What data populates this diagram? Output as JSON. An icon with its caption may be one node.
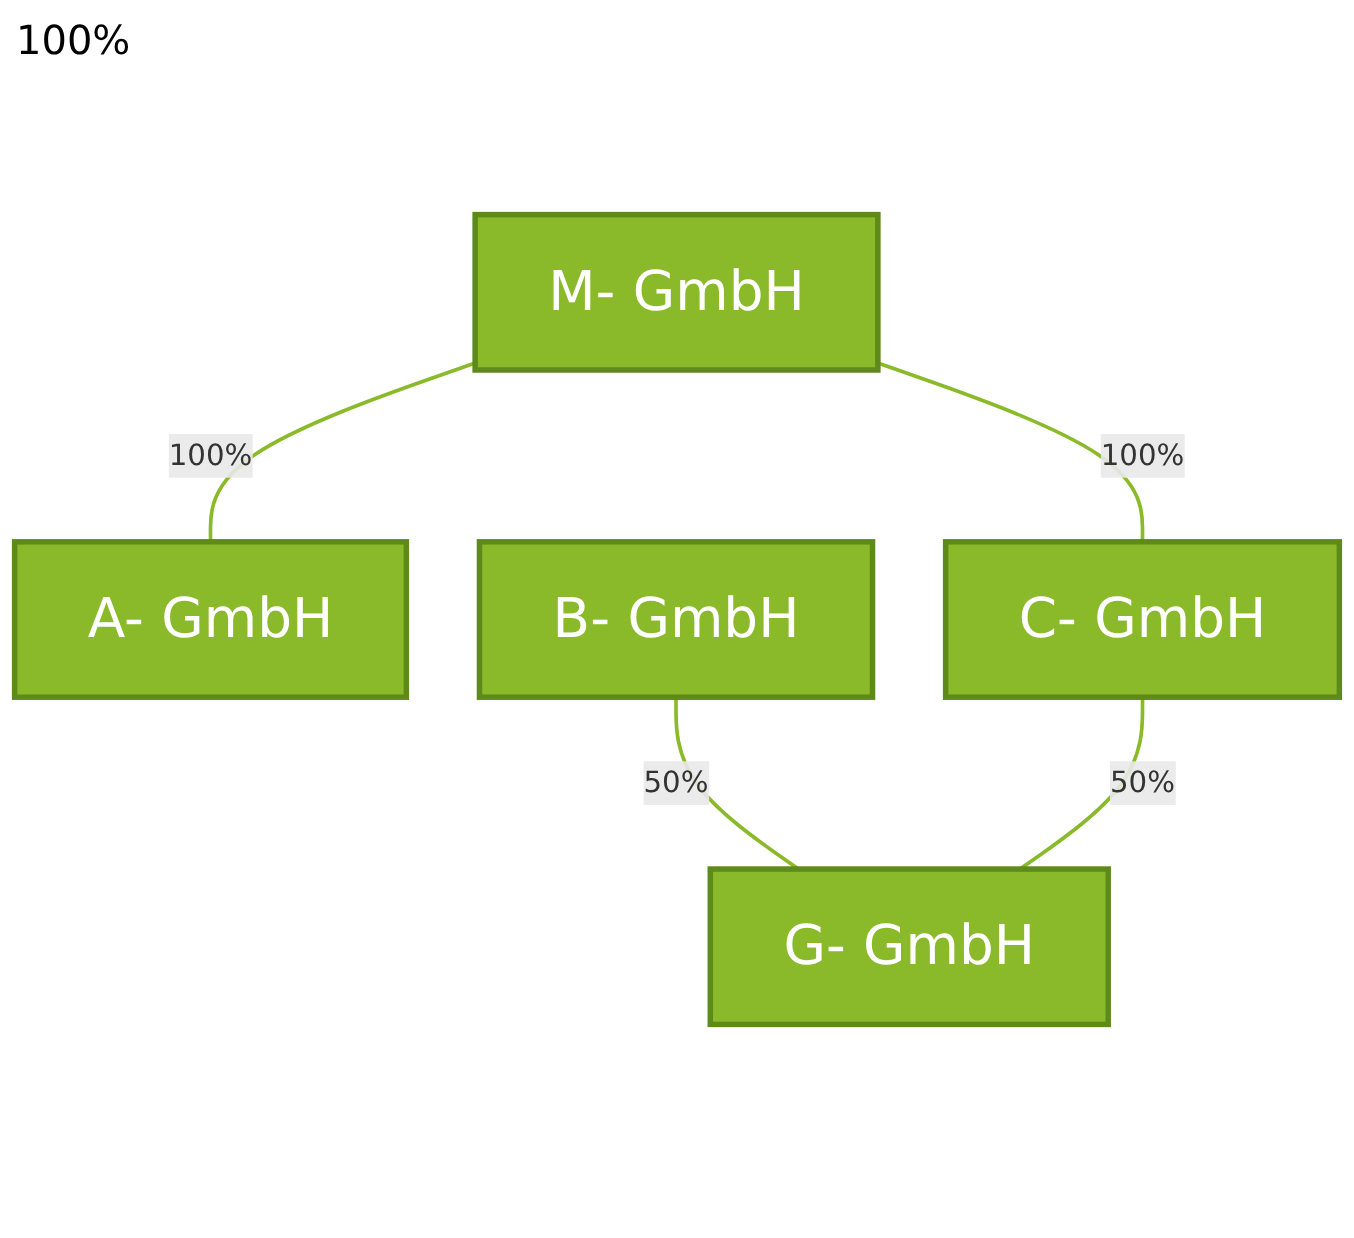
{
  "diagram": {
    "nodes": [
      {
        "text": [
          "M- GmbH"
        ]
      },
      {
        "text": [
          "A- GmbH"
        ]
      },
      {
        "text": [
          "B- GmbH"
        ]
      },
      {
        "text": [
          "C- GmbH"
        ]
      },
      {
        "text": [
          "G- GmbH"
        ]
      }
    ],
    "edges": [
      {
        "from": 0,
        "to": 1,
        "arrow": "none",
        "label": "100%"
      },
      {
        "from": 0,
        "to": 3,
        "arrow": "none",
        "label": "100%"
      },
      {
        "from": 2,
        "to": 4,
        "arrow": "none",
        "label": "50%"
      },
      {
        "from": 3,
        "to": 4,
        "arrow": "none",
        "label": "50%"
      }
    ],
    "labels": [
      "100%"
    ]
  }
}
